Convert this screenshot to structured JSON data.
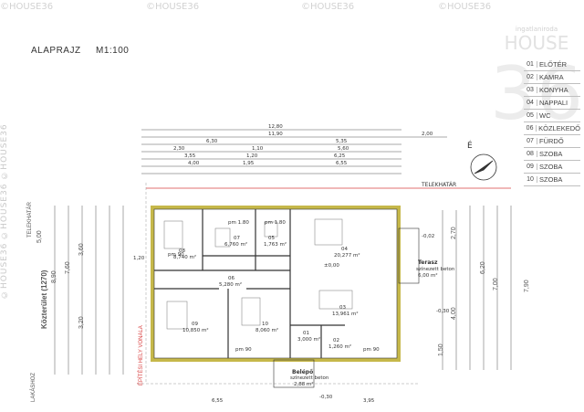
{
  "watermark": {
    "side_text": "©HOUSE36 ©HOUSE36 ©HOUSE36",
    "top_marks": [
      "©HOUSE36",
      "©HOUSE36",
      "©HOUSE36",
      "©HOUSE36"
    ],
    "logo_text": "ingatlaniroda HOUSE 36"
  },
  "plan": {
    "title": "ALAPRAJZ",
    "scale": "M1:100",
    "street_label": "Közterület (1270)",
    "boundary_left": "TELEKHATÁR",
    "boundary_right": "TELEKHATÁR",
    "building_line": "ÉPÍTÉSI HELY VONALA",
    "bottom_left": "LAKÁSHOZ",
    "terrace": {
      "name": "Terasz",
      "material": "színezett beton",
      "area": "6,00 m²"
    },
    "entrance": {
      "name": "Belépő",
      "material": "színezett beton",
      "area": "2,88 m²"
    },
    "level": "±0,00"
  },
  "rooms": [
    {
      "no": "01",
      "name": "ELŐTÉR",
      "area": "3,000 m²"
    },
    {
      "no": "02",
      "name": "KAMRA",
      "area": "1,260 m²"
    },
    {
      "no": "03",
      "name": "KONYHA",
      "area": "13,961 m²"
    },
    {
      "no": "04",
      "name": "NAPPALI",
      "area": "20,277 m²"
    },
    {
      "no": "05",
      "name": "WC",
      "area": "1,763 m²"
    },
    {
      "no": "06",
      "name": "KÖZLEKEDŐ",
      "area": "5,280 m²"
    },
    {
      "no": "07",
      "name": "FÜRDŐ",
      "area": "6,760 m²"
    },
    {
      "no": "08",
      "name": "SZOBA",
      "area": "8,740 m²"
    },
    {
      "no": "09",
      "name": "SZOBA",
      "area": "10,850 m²"
    },
    {
      "no": "10",
      "name": "SZOBA",
      "area": "8,060 m²"
    }
  ],
  "dimensions": {
    "top_rows": [
      [
        "12,80"
      ],
      [
        "11,90",
        "2,00"
      ],
      [
        "6,30",
        "5,35"
      ],
      [
        "2,30",
        "1,10",
        "5,60"
      ],
      [
        "3,55",
        "1,20",
        "6,25"
      ],
      [
        "4,00",
        "1,95",
        "6,55"
      ]
    ],
    "right_rows": [
      "7,90",
      "7,00",
      "6,20",
      "2,70",
      "4,00",
      "1,50"
    ],
    "left_rows": [
      "8,90",
      "7,60",
      "3,60",
      "3,20",
      "5,00"
    ],
    "bottom": [
      "6,55",
      "3,95"
    ],
    "markers": [
      "pm 1.80",
      "pm 1.80",
      "pm 90",
      "pm 90",
      "pm 90",
      "-0,02",
      "-0,30",
      "-0,30",
      "1,20"
    ]
  }
}
